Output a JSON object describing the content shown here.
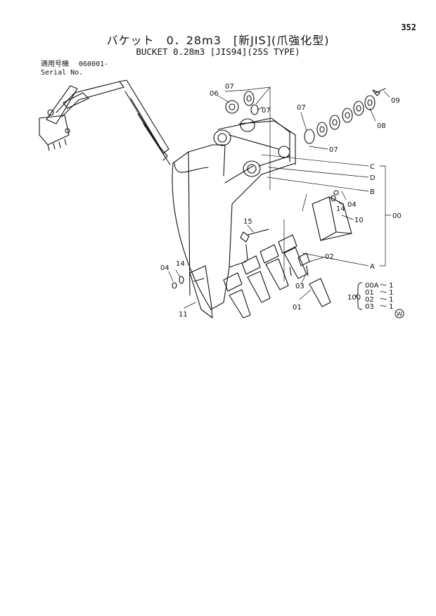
{
  "page_number": "352",
  "title_jp": "バケット　0．28m3　[新JIS](爪強化型)",
  "title_en": "BUCKET 0.28m3 [JIS94](25S TYPE)",
  "serial": {
    "label_jp": "適用号機",
    "label_en": "Serial No.",
    "value": "060001-"
  },
  "callouts": {
    "c00": "00",
    "c01": "01",
    "c02": "02",
    "c03": "03",
    "c04a": "04",
    "c04b": "04",
    "c06": "06",
    "c07a": "07",
    "c07b": "07",
    "c07c": "07",
    "c07d": "07",
    "c08": "08",
    "c09": "09",
    "c10": "10",
    "c11": "11",
    "c14a": "14",
    "c14b": "14",
    "c15": "15",
    "lA": "A",
    "lB": "B",
    "lC": "C",
    "lD": "D"
  },
  "kit": {
    "id": "100",
    "items": [
      {
        "code": "00A",
        "qty": "～ 1"
      },
      {
        "code": "01",
        "qty": "～ 1"
      },
      {
        "code": "02",
        "qty": "～ 1"
      },
      {
        "code": "03",
        "qty": "～ 1"
      }
    ]
  },
  "mark": "W"
}
